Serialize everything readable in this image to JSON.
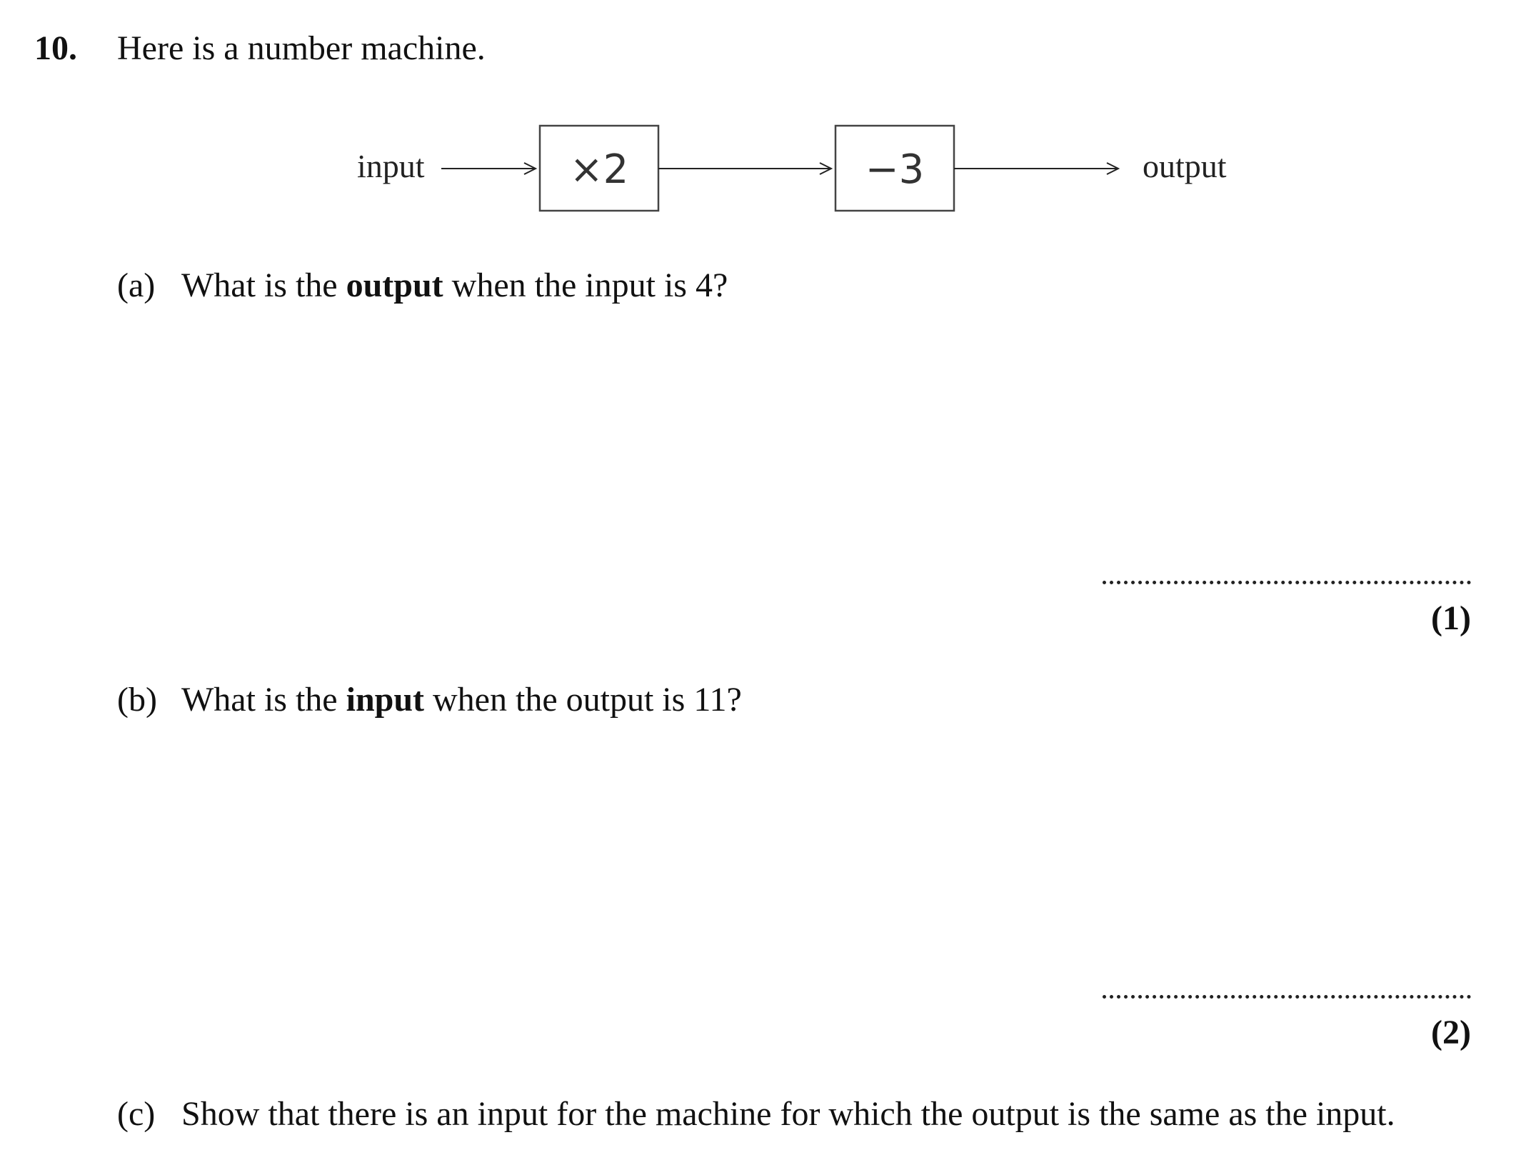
{
  "question": {
    "number": "10.",
    "intro": "Here is a number machine."
  },
  "machine": {
    "input_label": "input",
    "op1": "×2",
    "op2": "−3",
    "output_label": "output"
  },
  "parts": [
    {
      "label": "(a)",
      "text_before": "What is the ",
      "bold": "output",
      "text_after": " when the input is 4?",
      "marks": "(1)"
    },
    {
      "label": "(b)",
      "text_before": "What is the ",
      "bold": "input",
      "text_after": " when the output is 11?",
      "marks": "(2)"
    },
    {
      "label": "(c)",
      "text": "Show that there is an input for the machine for which the output is the same as the input."
    }
  ]
}
